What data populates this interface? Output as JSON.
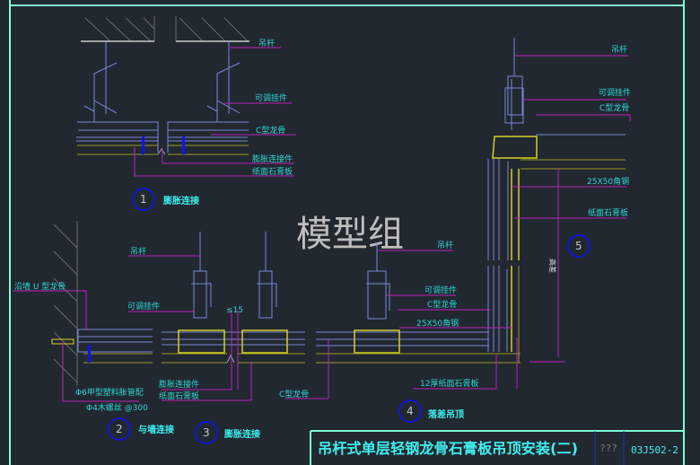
{
  "watermark": "模型组",
  "detail1": {
    "number": "1",
    "caption": "膨胀连接",
    "labels": {
      "rod": "吊杆",
      "hanger": "可调挂件",
      "c_keel": "C型龙骨",
      "connector": "膨胀连接件",
      "board": "纸面石膏板"
    }
  },
  "detail2": {
    "number": "2",
    "caption": "与墙连接",
    "labels": {
      "u_keel": "沿墙 U 型龙骨",
      "anchor": "Φ6甲型塑料胀管配",
      "screw": "Φ4木螺丝 @300"
    }
  },
  "detail3": {
    "number": "3",
    "caption": "膨胀连接",
    "labels": {
      "rod": "吊杆",
      "hanger": "可调挂件",
      "gap": "≤15",
      "connector": "膨胀连接件",
      "board": "纸面石膏板",
      "c_keel": "C型龙骨"
    }
  },
  "detail4": {
    "number": "4",
    "caption": "落差吊顶",
    "labels": {
      "rod": "吊杆",
      "hanger": "可调挂件",
      "c_keel": "C型龙骨",
      "angle": "25X50角钢",
      "board": "12厚纸面石膏板",
      "height": "高差"
    }
  },
  "detail5": {
    "number": "5",
    "labels": {
      "rod": "吊杆",
      "hanger": "可调挂件",
      "c_keel": "C型龙骨",
      "angle": "25X50角钢",
      "board": "纸面石膏板",
      "height": "高差"
    }
  },
  "title_block": {
    "title": "吊杆式单层轻钢龙骨石膏板吊顶安装(二)",
    "page": "???",
    "code": "03J502-2"
  },
  "colors": {
    "background": "#212830",
    "frame": "#7fffd4",
    "leader": "#c020c0",
    "text": "#2fd6d6",
    "steel": "#7a88d8",
    "board": "#d8d020"
  }
}
